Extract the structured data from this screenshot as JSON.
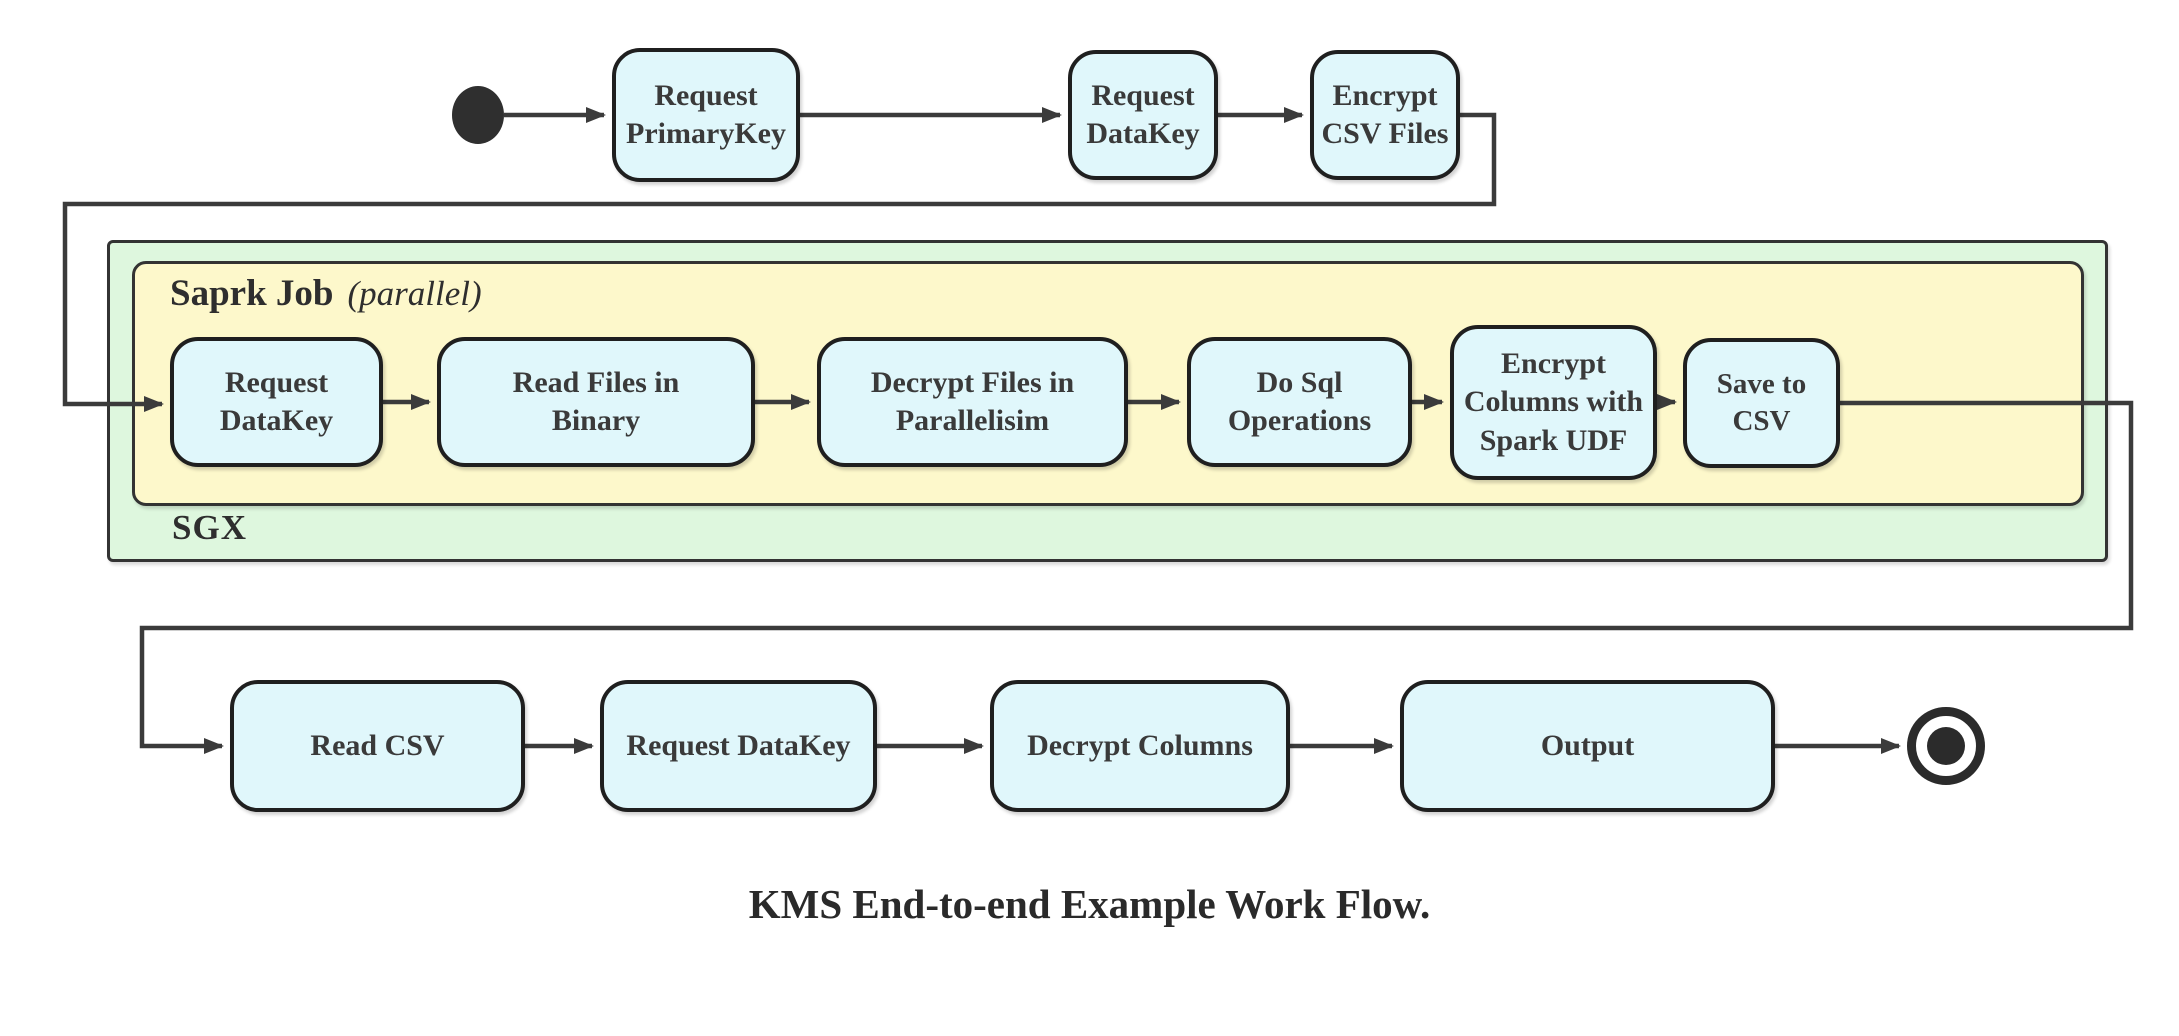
{
  "colors": {
    "node_fill": "#e0f7fb",
    "node_border": "#1f1f1f",
    "edge": "#3b3b3b",
    "sgx_fill": "#def7de",
    "spark_fill": "#fdf8cb",
    "container_border": "#333333",
    "text": "#333333"
  },
  "caption": "KMS End-to-end Example Work Flow.",
  "top_row": {
    "nodes": [
      {
        "label": "Request\nPrimaryKey"
      },
      {
        "label": "Request\nDataKey"
      },
      {
        "label": "Encrypt\nCSV Files"
      }
    ]
  },
  "containers": {
    "sgx": {
      "label": "SGX"
    },
    "spark": {
      "title": "Saprk Job",
      "qualifier": "(parallel)"
    }
  },
  "spark_row": {
    "nodes": [
      {
        "label": "Request\nDataKey"
      },
      {
        "label": "Read Files in\nBinary"
      },
      {
        "label": "Decrypt Files in\nParallelisim"
      },
      {
        "label": "Do Sql\nOperations"
      },
      {
        "label": "Encrypt\nColumns with\nSpark UDF"
      },
      {
        "label": "Save to CSV"
      }
    ]
  },
  "bottom_row": {
    "nodes": [
      {
        "label": "Read CSV"
      },
      {
        "label": "Request DataKey"
      },
      {
        "label": "Decrypt Columns"
      },
      {
        "label": "Output"
      }
    ]
  }
}
